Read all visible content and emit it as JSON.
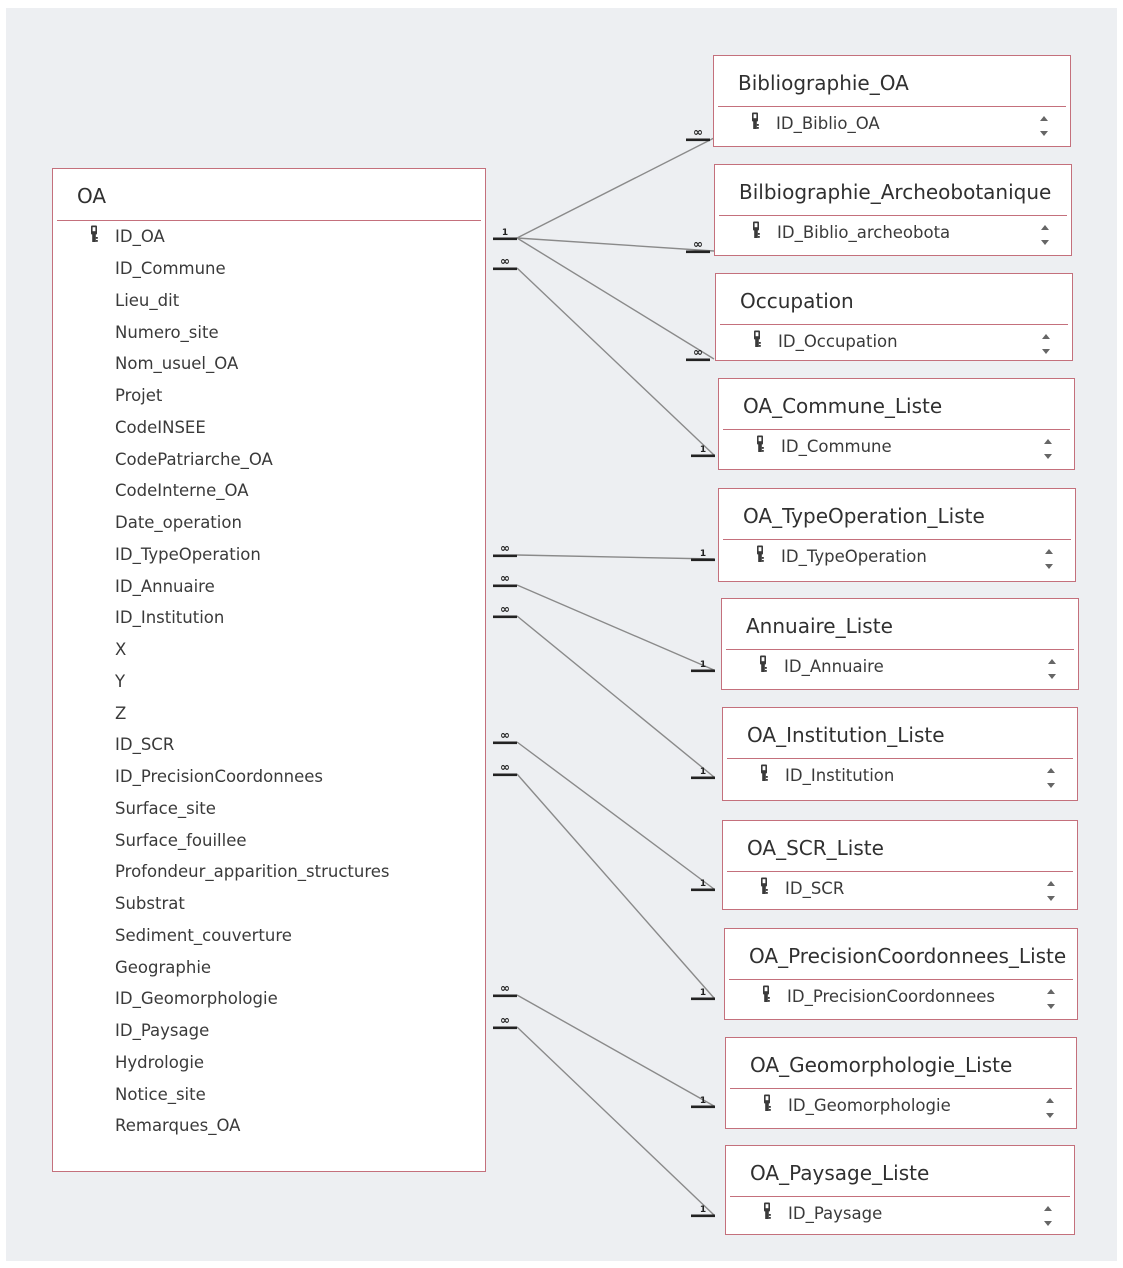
{
  "main_table": {
    "name": "OA",
    "primary_key": "ID_OA",
    "fields": [
      "ID_Commune",
      "Lieu_dit",
      "Numero_site",
      "Nom_usuel_OA",
      "Projet",
      "CodeINSEE",
      "CodePatriarche_OA",
      "CodeInterne_OA",
      "Date_operation",
      "ID_TypeOperation",
      "ID_Annuaire",
      "ID_Institution",
      "X",
      "Y",
      "Z",
      "ID_SCR",
      "ID_PrecisionCoordonnees",
      "Surface_site",
      "Surface_fouillee",
      "Profondeur_apparition_structures",
      "Substrat",
      "Sediment_couverture",
      "Geographie",
      "ID_Geomorphologie",
      "ID_Paysage",
      "Hydrologie",
      "Notice_site",
      "Remarques_OA"
    ]
  },
  "related_tables": [
    {
      "name": "Bibliographie_OA",
      "key_field": "ID_Biblio_OA",
      "cardinality": "one-to-many",
      "oa_end": "1",
      "table_end": "∞"
    },
    {
      "name": "Bilbiographie_Archeobotanique",
      "key_field": "ID_Biblio_archeobota",
      "cardinality": "one-to-many",
      "oa_end": "1",
      "table_end": "∞"
    },
    {
      "name": "Occupation",
      "key_field": "ID_Occupation",
      "cardinality": "one-to-many",
      "oa_end": "1",
      "table_end": "∞"
    },
    {
      "name": "OA_Commune_Liste",
      "key_field": "ID_Commune",
      "cardinality": "many-to-one",
      "oa_end": "∞",
      "table_end": "1"
    },
    {
      "name": "OA_TypeOperation_Liste",
      "key_field": "ID_TypeOperation",
      "cardinality": "many-to-one",
      "oa_end": "∞",
      "table_end": "1"
    },
    {
      "name": "Annuaire_Liste",
      "key_field": "ID_Annuaire",
      "cardinality": "many-to-one",
      "oa_end": "∞",
      "table_end": "1"
    },
    {
      "name": "OA_Institution_Liste",
      "key_field": "ID_Institution",
      "cardinality": "many-to-one",
      "oa_end": "∞",
      "table_end": "1"
    },
    {
      "name": "OA_SCR_Liste",
      "key_field": "ID_SCR",
      "cardinality": "many-to-one",
      "oa_end": "∞",
      "table_end": "1"
    },
    {
      "name": "OA_PrecisionCoordonnees_Liste",
      "key_field": "ID_PrecisionCoordonnees",
      "cardinality": "many-to-one",
      "oa_end": "∞",
      "table_end": "1"
    },
    {
      "name": "OA_Geomorphologie_Liste",
      "key_field": "ID_Geomorphologie",
      "cardinality": "many-to-one",
      "oa_end": "∞",
      "table_end": "1"
    },
    {
      "name": "OA_Paysage_Liste",
      "key_field": "ID_Paysage",
      "cardinality": "many-to-one",
      "oa_end": "∞",
      "table_end": "1"
    }
  ],
  "colors": {
    "border": "#c4707c",
    "line": "#8a8a8a",
    "background": "#edeff2"
  }
}
